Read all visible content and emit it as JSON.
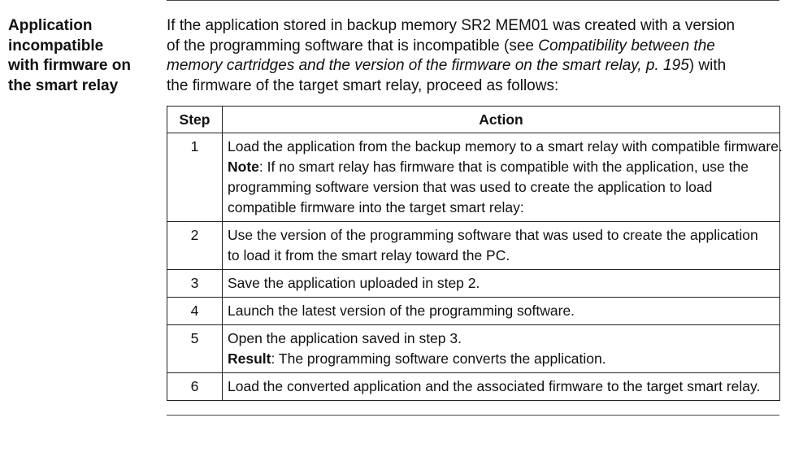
{
  "heading": {
    "lines": [
      "Application",
      "incompatible",
      "with firmware on",
      "the smart relay"
    ]
  },
  "intro": {
    "line1": "If the application stored in backup memory SR2 MEM01 was created with a version",
    "line2_pre": "of the programming software that is incompatible (see ",
    "line2_italic": "Compatibility between the",
    "line3_italic": "memory cartridges and the version of the firmware on the smart relay, p. 195",
    "line3_post": ") with",
    "line4": "the firmware of the target smart relay, proceed as follows:"
  },
  "table": {
    "headers": {
      "step": "Step",
      "action": "Action"
    },
    "rows": [
      {
        "step": "1",
        "line1": "Load the application from the backup memory to a smart relay with compatible firmware.",
        "label": "Note",
        "line2_rest": ": If no smart relay has firmware that is compatible with the application, use the",
        "line3": "programming software version that was used to create the application to load",
        "line4": "compatible firmware into the target smart relay:"
      },
      {
        "step": "2",
        "line1": "Use the version of the programming software that was used to create the application",
        "line2": "to load it from the smart relay toward the PC."
      },
      {
        "step": "3",
        "line1": "Save the application uploaded in step 2."
      },
      {
        "step": "4",
        "line1": "Launch the latest version of the programming software."
      },
      {
        "step": "5",
        "line1": "Open the application saved in step 3.",
        "label": "Result",
        "line2_rest": ": The programming software converts the application."
      },
      {
        "step": "6",
        "line1": "Load the converted application and the associated firmware to the target smart relay."
      }
    ]
  }
}
